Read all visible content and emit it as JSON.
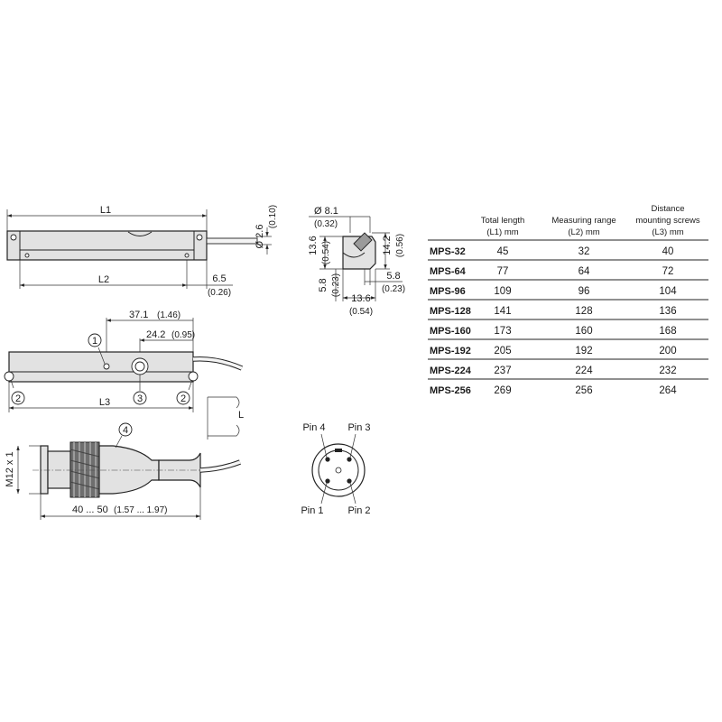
{
  "dims": {
    "L1": "L1",
    "L2": "L2",
    "L3": "L3",
    "L": "L",
    "dia26": "Ø 2.6",
    "dia26_in": "(0.10)",
    "d65": "6.5",
    "d65_in": "(0.26)",
    "dia81": "Ø 8.1",
    "dia81_in": "(0.32)",
    "d136": "13.6",
    "d136_in": "(0.54)",
    "d142": "14.2",
    "d142_in": "(0.56)",
    "d58": "5.8",
    "d58_in": "(0.23)",
    "d58r": "5.8",
    "d58r_in": "(0.23)",
    "d136b": "13.6",
    "d136b_in": "(0.54)",
    "d371": "37.1",
    "d371_in": "(1.46)",
    "d242": "24.2",
    "d242_in": "(0.95)",
    "m12": "M12 x 1",
    "d4050": "40 ... 50",
    "d4050_in": "(1.57 ... 1.97)"
  },
  "callouts": {
    "c1": "1",
    "c2a": "2",
    "c2b": "2",
    "c3": "3",
    "c4": "4"
  },
  "pins": {
    "pin1": "Pin 1",
    "pin2": "Pin 2",
    "pin3": "Pin 3",
    "pin4": "Pin 4"
  },
  "table": {
    "headers": {
      "total": [
        "Total length",
        "(L1) mm"
      ],
      "range": [
        "Measuring range",
        "(L2) mm"
      ],
      "screws": [
        "Distance",
        "mounting screws",
        "(L3) mm"
      ]
    },
    "rows": [
      {
        "model": "MPS-32",
        "l1": "45",
        "l2": "32",
        "l3": "40"
      },
      {
        "model": "MPS-64",
        "l1": "77",
        "l2": "64",
        "l3": "72"
      },
      {
        "model": "MPS-96",
        "l1": "109",
        "l2": "96",
        "l3": "104"
      },
      {
        "model": "MPS-128",
        "l1": "141",
        "l2": "128",
        "l3": "136"
      },
      {
        "model": "MPS-160",
        "l1": "173",
        "l2": "160",
        "l3": "168"
      },
      {
        "model": "MPS-192",
        "l1": "205",
        "l2": "192",
        "l3": "200"
      },
      {
        "model": "MPS-224",
        "l1": "237",
        "l2": "224",
        "l3": "232"
      },
      {
        "model": "MPS-256",
        "l1": "269",
        "l2": "256",
        "l3": "264"
      }
    ]
  }
}
